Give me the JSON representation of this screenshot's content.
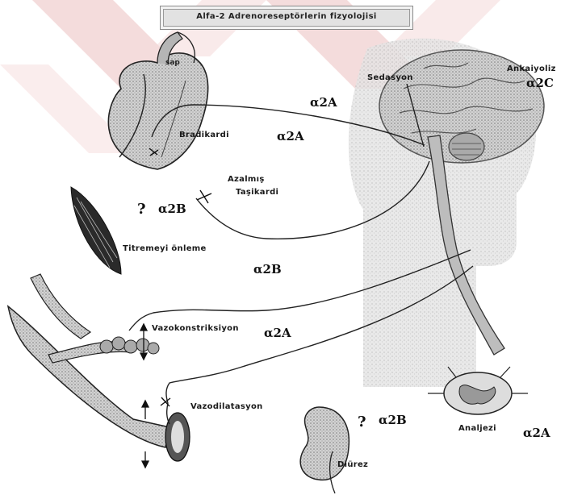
{
  "title": "Alfa-2 Adrenoreseptörlerin fizyolojisi",
  "labels": {
    "sedasyon": "Sedasyon",
    "ankaiyoliz": "Ankaiyoliz",
    "bradikardi": "Bradikardi",
    "azalmis": "Azalmış",
    "tasikardi": "Taşikardi",
    "titreme": "Titremeyi önleme",
    "vazokonstriksiyon": "Vazokonstriksiyon",
    "vazodilatasyon": "Vazodilatasyon",
    "analjezi": "Analjezi",
    "diurez": "Diürez",
    "heart_tag": "sap"
  },
  "receptors": {
    "sedasyon": "α2A",
    "ankaiyoliz": "α2C",
    "bradikardi": "α2A",
    "tasikardi": "α2B",
    "titreme": "α2B",
    "vazokonstriksiyon": "α2A",
    "diurez": "α2B",
    "analjezi": "α2A"
  },
  "question_marks": {
    "tasikardi": "?",
    "diurez": "?"
  },
  "colors": {
    "watermark": "#f3d6d6",
    "organ_fill": "#c8c8c8",
    "organ_dark": "#8c8c8c",
    "line": "#222222"
  }
}
